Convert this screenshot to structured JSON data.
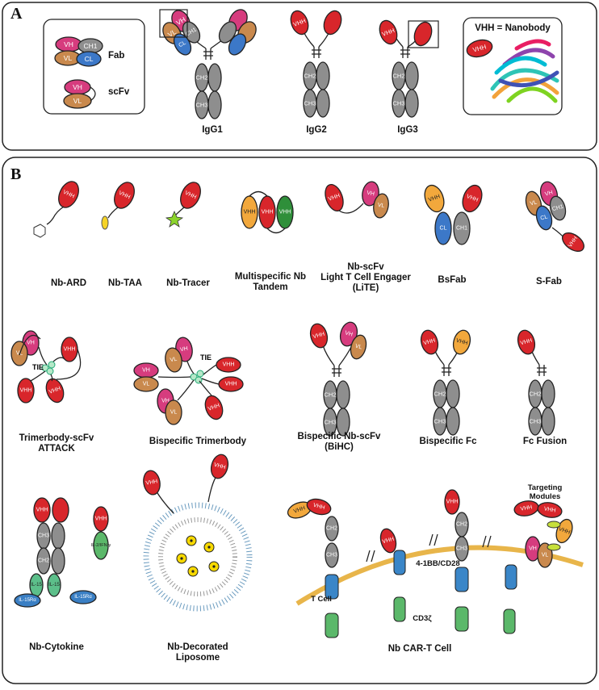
{
  "panel_a": {
    "label": "A",
    "legend_fab": "Fab",
    "legend_scfv": "scFv",
    "igg1": "IgG1",
    "igg2": "IgG2",
    "igg3": "IgG3",
    "nanobody_title": "VHH = Nanobody"
  },
  "panel_b": {
    "label": "B",
    "formats": [
      "Nb-ARD",
      "Nb-TAA",
      "Nb-Tracer",
      "Multispecific Nb\nTandem",
      "Nb-scFv\nLight T Cell Engager\n(LiTE)",
      "BsFab",
      "S-Fab",
      "Trimerbody-scFv\nATTACK",
      "Bispecific Trimerbody",
      "Bispecific Nb-scFv\n(BiHC)",
      "Bispecific Fc",
      "Fc Fusion",
      "Nb-Cytokine",
      "Nb-Decorated\nLiposome",
      "Nb CAR-T Cell"
    ],
    "tie_label": "TIE",
    "t_cell": "T Cell",
    "costim": "4-1BB/CD28",
    "cd3": "CD3ζ",
    "targeting_modules": "Targeting\nModules"
  },
  "domains": {
    "vh": "VH",
    "vl": "VL",
    "ch1": "CH1",
    "cl": "CL",
    "ch2": "CH2",
    "ch3": "CH3",
    "vhh": "VHH",
    "il15": "IL-15",
    "il15ra": "IL-15Rα",
    "il2": "IL-2/IFN-γ"
  },
  "colors": {
    "vh": "#d63c7e",
    "vl": "#c9894d",
    "ch1": "#8a8a8a",
    "cl": "#3c78c8",
    "const": "#8e8e8e",
    "vhh": "#d8262b",
    "vhh2": "#f2a83c",
    "vhh3": "#2f8f3a",
    "il15": "#5cbf8a",
    "il15ra": "#3a7fc4",
    "il2": "#5bb86a",
    "membrane": "#e8b54a",
    "car_blue": "#3a86c8",
    "car_green": "#5bb86a"
  }
}
